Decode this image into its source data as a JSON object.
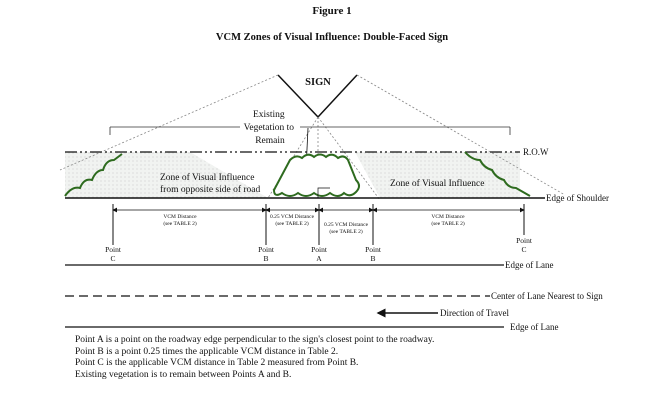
{
  "figure_label": "Figure 1",
  "title": "VCM Zones of Visual Influence:  Double-Faced Sign",
  "sign_label": "SIGN",
  "vegetation_label": [
    "Existing",
    "Vegetation to",
    "Remain"
  ],
  "row_label": "R.O.W",
  "edge_of_shoulder_label": "Edge of Shoulder",
  "zone_left_label": [
    "Zone of Visual Influence",
    "from opposite side of road"
  ],
  "zone_right_label": "Zone of Visual Influence",
  "dimensions": [
    {
      "line1": "VCM Distance",
      "line2": "(see TABLE 2)"
    },
    {
      "line1": "0.25 VCM Distance",
      "line2": "(see TABLE 2)"
    },
    {
      "line1": "0.25 VCM Distance",
      "line2": "(see TABLE 2)"
    },
    {
      "line1": "VCM Distance",
      "line2": "(see TABLE 2)"
    }
  ],
  "points": [
    {
      "word": "Point",
      "letter": "C"
    },
    {
      "word": "Point",
      "letter": "B"
    },
    {
      "word": "Point",
      "letter": "A"
    },
    {
      "word": "Point",
      "letter": "B"
    },
    {
      "word": "Point",
      "letter": "C"
    }
  ],
  "edge_of_lane_label": "Edge of Lane",
  "center_lane_label": "Center of Lane Nearest to Sign",
  "direction_label": "Direction of Travel",
  "edge_of_lane_label_2": "Edge of Lane",
  "notes": [
    "Point A is a point on the roadway edge perpendicular to the sign's closest point to the roadway.",
    "Point B is a point 0.25 times the applicable VCM distance in Table 2.",
    "Point C is the applicable VCM distance in Table 2 measured from Point B.",
    "Existing vegetation is to remain between Points A and B."
  ],
  "colors": {
    "vegetation": "#2e6b1f",
    "zone_fill": "#e8ece8"
  }
}
